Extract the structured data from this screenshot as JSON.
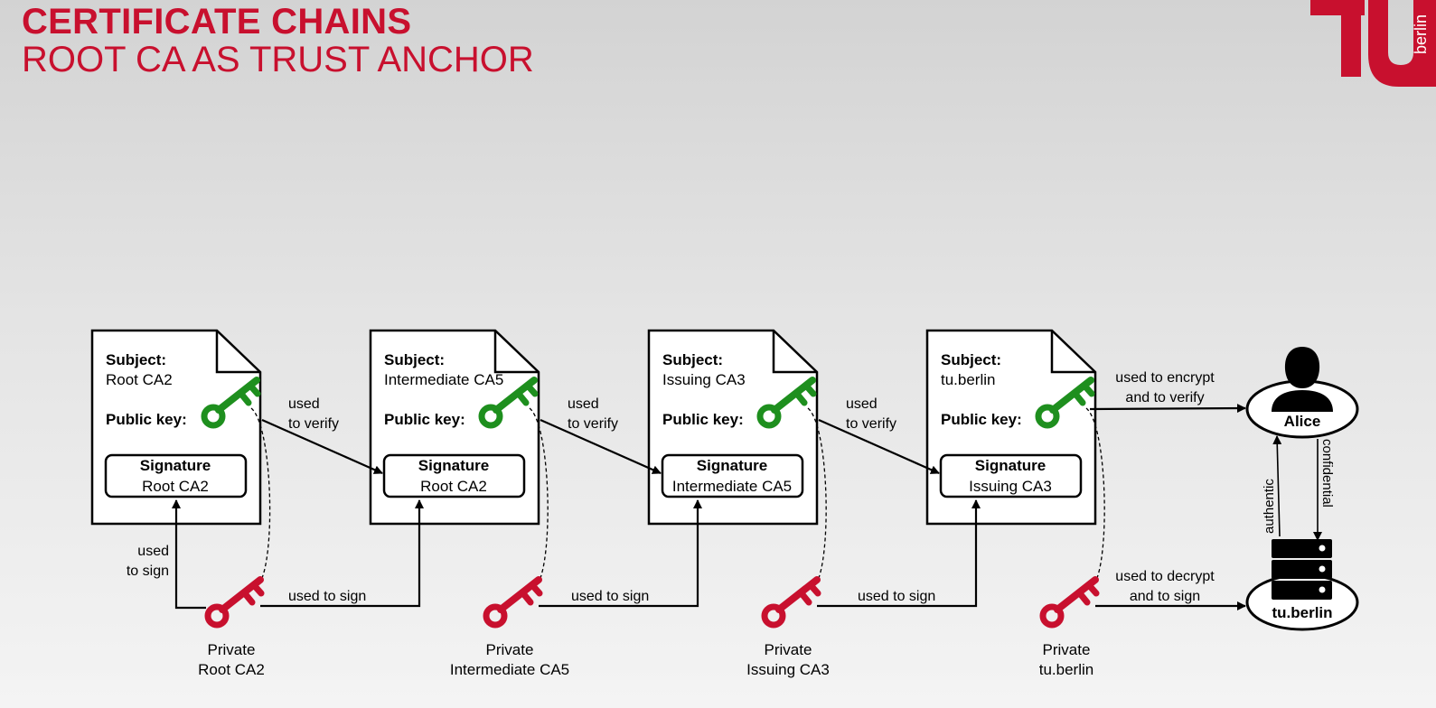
{
  "slide": {
    "title": "CERTIFICATE CHAINS",
    "subtitle": "ROOT CA AS TRUST ANCHOR",
    "logo_text": "berlin"
  },
  "certificates": [
    {
      "subject_label": "Subject:",
      "subject": "Root CA2",
      "pubkey_label": "Public key:",
      "signature_label": "Signature",
      "signed_by": "Root CA2"
    },
    {
      "subject_label": "Subject:",
      "subject": "Intermediate CA5",
      "pubkey_label": "Public key:",
      "signature_label": "Signature",
      "signed_by": "Root CA2"
    },
    {
      "subject_label": "Subject:",
      "subject": "Issuing CA3",
      "pubkey_label": "Public key:",
      "signature_label": "Signature",
      "signed_by": "Intermediate CA5"
    },
    {
      "subject_label": "Subject:",
      "subject": "tu.berlin",
      "pubkey_label": "Public key:",
      "signature_label": "Signature",
      "signed_by": "Issuing CA3"
    }
  ],
  "private_keys": [
    {
      "line1": "Private",
      "line2": "Root CA2"
    },
    {
      "line1": "Private",
      "line2": "Intermediate CA5"
    },
    {
      "line1": "Private",
      "line2": "Issuing CA3"
    },
    {
      "line1": "Private",
      "line2": "tu.berlin"
    }
  ],
  "edge_labels": {
    "used": "used",
    "to_verify": "to verify",
    "used_to_sign": "used to sign",
    "to_sign": "to sign",
    "encrypt_1": "used to encrypt",
    "encrypt_2": "and to verify",
    "decrypt_1": "used to decrypt",
    "decrypt_2": "and to sign",
    "authentic": "authentic",
    "confidential": "confidential"
  },
  "entities": {
    "alice": "Alice",
    "server": "tu.berlin"
  },
  "icons": {
    "public_key": "green-key-icon",
    "private_key": "red-key-icon",
    "person": "person-icon",
    "server": "server-icon"
  },
  "colors": {
    "title": "#c8102e",
    "public_key": "#1e8f1e",
    "private_key": "#c8102e"
  }
}
